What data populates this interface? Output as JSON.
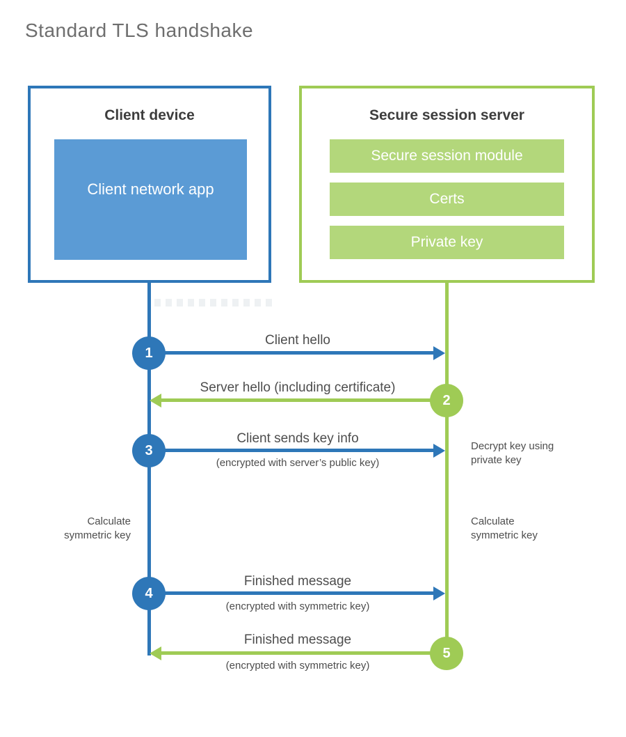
{
  "page": {
    "title": "Standard TLS handshake"
  },
  "colors": {
    "blue": "#2e77b8",
    "blue_light": "#5b9bd5",
    "green": "#9fcb55",
    "green_light": "#b3d77b",
    "heading_text": "#3d3d3d",
    "label_text": "#4d4d4d",
    "title_text": "#6e6e6e"
  },
  "client": {
    "title": "Client device",
    "app_label": "Client network app"
  },
  "server": {
    "title": "Secure session server",
    "modules": [
      "Secure session module",
      "Certs",
      "Private key"
    ]
  },
  "steps": [
    {
      "number": "1",
      "label": "Client hello",
      "sublabel": "",
      "direction": "right",
      "color": "blue"
    },
    {
      "number": "2",
      "label": "Server hello (including certificate)",
      "sublabel": "",
      "direction": "left",
      "color": "green"
    },
    {
      "number": "3",
      "label": "Client sends key info",
      "sublabel": "(encrypted with server’s public key)",
      "direction": "right",
      "color": "blue"
    },
    {
      "number": "4",
      "label": "Finished message",
      "sublabel": "(encrypted with symmetric key)",
      "direction": "right",
      "color": "blue"
    },
    {
      "number": "5",
      "label": "Finished message",
      "sublabel": "(encrypted with symmetric key)",
      "direction": "left",
      "color": "green"
    }
  ],
  "notes": {
    "decrypt": "Decrypt key using private key",
    "calc_left": "Calculate symmetric key",
    "calc_right": "Calculate symmetric key"
  }
}
